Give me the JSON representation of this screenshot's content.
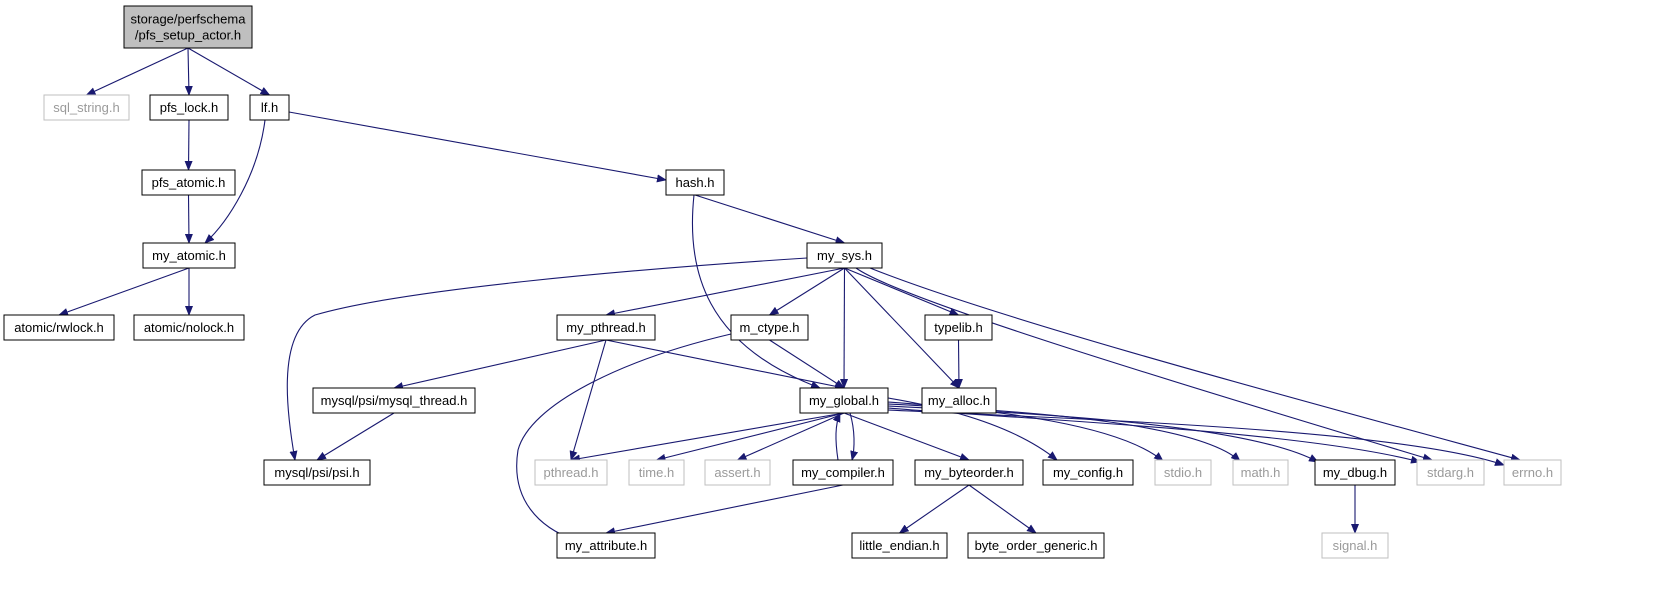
{
  "colors": {
    "edge": "#191970",
    "node_border": "#000000",
    "missing_border": "#bfbfbf",
    "missing_text": "#9a9a9a",
    "root_fill": "#bfbfbf",
    "text": "#000000"
  },
  "nodes": [
    {
      "id": "root",
      "lines": [
        "storage/perfschema",
        "/pfs_setup_actor.h"
      ],
      "kind": "root"
    },
    {
      "id": "sql_string",
      "lines": [
        "sql_string.h"
      ],
      "kind": "missing"
    },
    {
      "id": "pfs_lock",
      "lines": [
        "pfs_lock.h"
      ],
      "kind": "normal"
    },
    {
      "id": "lf",
      "lines": [
        "lf.h"
      ],
      "kind": "normal"
    },
    {
      "id": "pfs_atomic",
      "lines": [
        "pfs_atomic.h"
      ],
      "kind": "normal"
    },
    {
      "id": "hash",
      "lines": [
        "hash.h"
      ],
      "kind": "normal"
    },
    {
      "id": "my_atomic",
      "lines": [
        "my_atomic.h"
      ],
      "kind": "normal"
    },
    {
      "id": "my_sys",
      "lines": [
        "my_sys.h"
      ],
      "kind": "normal"
    },
    {
      "id": "rwlock",
      "lines": [
        "atomic/rwlock.h"
      ],
      "kind": "normal"
    },
    {
      "id": "nolock",
      "lines": [
        "atomic/nolock.h"
      ],
      "kind": "normal"
    },
    {
      "id": "my_pthread",
      "lines": [
        "my_pthread.h"
      ],
      "kind": "normal"
    },
    {
      "id": "m_ctype",
      "lines": [
        "m_ctype.h"
      ],
      "kind": "normal"
    },
    {
      "id": "typelib",
      "lines": [
        "typelib.h"
      ],
      "kind": "normal"
    },
    {
      "id": "mysql_thread",
      "lines": [
        "mysql/psi/mysql_thread.h"
      ],
      "kind": "normal"
    },
    {
      "id": "my_global",
      "lines": [
        "my_global.h"
      ],
      "kind": "normal"
    },
    {
      "id": "my_alloc",
      "lines": [
        "my_alloc.h"
      ],
      "kind": "normal"
    },
    {
      "id": "psi",
      "lines": [
        "mysql/psi/psi.h"
      ],
      "kind": "normal"
    },
    {
      "id": "pthread",
      "lines": [
        "pthread.h"
      ],
      "kind": "missing"
    },
    {
      "id": "time",
      "lines": [
        "time.h"
      ],
      "kind": "missing"
    },
    {
      "id": "assert",
      "lines": [
        "assert.h"
      ],
      "kind": "missing"
    },
    {
      "id": "my_compiler",
      "lines": [
        "my_compiler.h"
      ],
      "kind": "normal"
    },
    {
      "id": "my_byteorder",
      "lines": [
        "my_byteorder.h"
      ],
      "kind": "normal"
    },
    {
      "id": "my_config",
      "lines": [
        "my_config.h"
      ],
      "kind": "normal"
    },
    {
      "id": "stdio",
      "lines": [
        "stdio.h"
      ],
      "kind": "missing"
    },
    {
      "id": "math",
      "lines": [
        "math.h"
      ],
      "kind": "missing"
    },
    {
      "id": "my_dbug",
      "lines": [
        "my_dbug.h"
      ],
      "kind": "normal"
    },
    {
      "id": "stdarg",
      "lines": [
        "stdarg.h"
      ],
      "kind": "missing"
    },
    {
      "id": "errno",
      "lines": [
        "errno.h"
      ],
      "kind": "missing"
    },
    {
      "id": "my_attribute",
      "lines": [
        "my_attribute.h"
      ],
      "kind": "normal"
    },
    {
      "id": "little_endian",
      "lines": [
        "little_endian.h"
      ],
      "kind": "normal"
    },
    {
      "id": "byte_order_generic",
      "lines": [
        "byte_order_generic.h"
      ],
      "kind": "normal"
    },
    {
      "id": "signal",
      "lines": [
        "signal.h"
      ],
      "kind": "missing"
    }
  ],
  "edges": [
    {
      "from": "root",
      "to": "sql_string"
    },
    {
      "from": "root",
      "to": "pfs_lock"
    },
    {
      "from": "root",
      "to": "lf"
    },
    {
      "from": "pfs_lock",
      "to": "pfs_atomic"
    },
    {
      "from": "pfs_atomic",
      "to": "my_atomic"
    },
    {
      "from": "lf",
      "to": "my_atomic"
    },
    {
      "from": "lf",
      "to": "hash"
    },
    {
      "from": "my_atomic",
      "to": "rwlock"
    },
    {
      "from": "my_atomic",
      "to": "nolock"
    },
    {
      "from": "hash",
      "to": "my_sys"
    },
    {
      "from": "hash",
      "to": "my_global"
    },
    {
      "from": "my_sys",
      "to": "psi"
    },
    {
      "from": "my_sys",
      "to": "my_pthread"
    },
    {
      "from": "my_sys",
      "to": "m_ctype"
    },
    {
      "from": "my_sys",
      "to": "my_global"
    },
    {
      "from": "my_sys",
      "to": "typelib"
    },
    {
      "from": "my_sys",
      "to": "my_alloc"
    },
    {
      "from": "my_sys",
      "to": "stdarg"
    },
    {
      "from": "my_sys",
      "to": "errno"
    },
    {
      "from": "my_pthread",
      "to": "mysql_thread"
    },
    {
      "from": "my_pthread",
      "to": "pthread"
    },
    {
      "from": "my_pthread",
      "to": "my_global"
    },
    {
      "from": "mysql_thread",
      "to": "psi"
    },
    {
      "from": "m_ctype",
      "to": "my_global"
    },
    {
      "from": "m_ctype",
      "to": "my_attribute"
    },
    {
      "from": "typelib",
      "to": "my_alloc"
    },
    {
      "from": "my_global",
      "to": "pthread"
    },
    {
      "from": "my_global",
      "to": "time"
    },
    {
      "from": "my_global",
      "to": "assert"
    },
    {
      "from": "my_global",
      "to": "my_compiler"
    },
    {
      "from": "my_global",
      "to": "my_byteorder"
    },
    {
      "from": "my_global",
      "to": "my_config"
    },
    {
      "from": "my_global",
      "to": "stdio"
    },
    {
      "from": "my_global",
      "to": "math"
    },
    {
      "from": "my_global",
      "to": "my_dbug"
    },
    {
      "from": "my_global",
      "to": "stdarg"
    },
    {
      "from": "my_global",
      "to": "errno"
    },
    {
      "from": "my_compiler",
      "to": "my_global"
    },
    {
      "from": "my_compiler",
      "to": "my_attribute"
    },
    {
      "from": "my_byteorder",
      "to": "little_endian"
    },
    {
      "from": "my_byteorder",
      "to": "byte_order_generic"
    },
    {
      "from": "my_dbug",
      "to": "signal"
    }
  ]
}
